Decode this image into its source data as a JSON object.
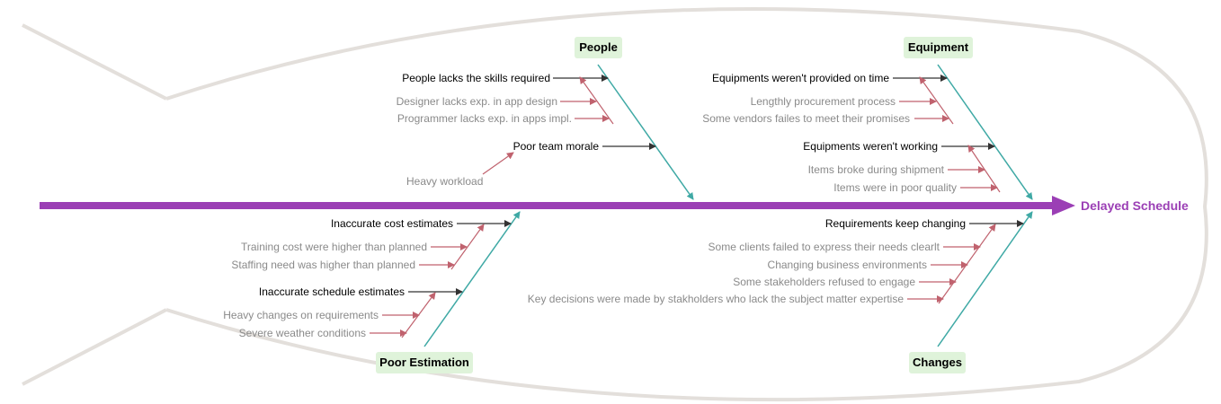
{
  "effect": "Delayed Schedule",
  "colors": {
    "spine": "#9b3fb5",
    "bone": "#3fa9a5",
    "cause_arrow": "#333333",
    "sub_arrow": "#c0626e",
    "fish_outline": "#e3dfdb",
    "category_bg": "#dff3da"
  },
  "categories": {
    "people": {
      "label": "People",
      "causes": [
        {
          "text": "People lacks the skills required",
          "subs": [
            "Designer lacks exp. in app design",
            "Programmer lacks exp. in apps impl."
          ]
        },
        {
          "text": "Poor team morale",
          "subs": [
            "Heavy workload"
          ]
        }
      ]
    },
    "equipment": {
      "label": "Equipment",
      "causes": [
        {
          "text": "Equipments weren't provided on time",
          "subs": [
            "Lengthly procurement process",
            "Some vendors failes to meet their promises"
          ]
        },
        {
          "text": "Equipments weren't working",
          "subs": [
            "Items broke during shipment",
            "Items were in poor quality"
          ]
        }
      ]
    },
    "poor_estimation": {
      "label": "Poor Estimation",
      "causes": [
        {
          "text": "Inaccurate cost estimates",
          "subs": [
            "Training cost were higher than planned",
            "Staffing need was higher than planned"
          ]
        },
        {
          "text": "Inaccurate schedule estimates",
          "subs": [
            "Heavy changes on requirements",
            "Severe weather conditions"
          ]
        }
      ]
    },
    "changes": {
      "label": "Changes",
      "causes": [
        {
          "text": "Requirements keep changing",
          "subs": [
            "Some clients failed to express their needs clearlt",
            "Changing business environments",
            "Some stakeholders refused to engage",
            "Key decisions were made by stakholders who lack the subject matter expertise"
          ]
        }
      ]
    }
  }
}
